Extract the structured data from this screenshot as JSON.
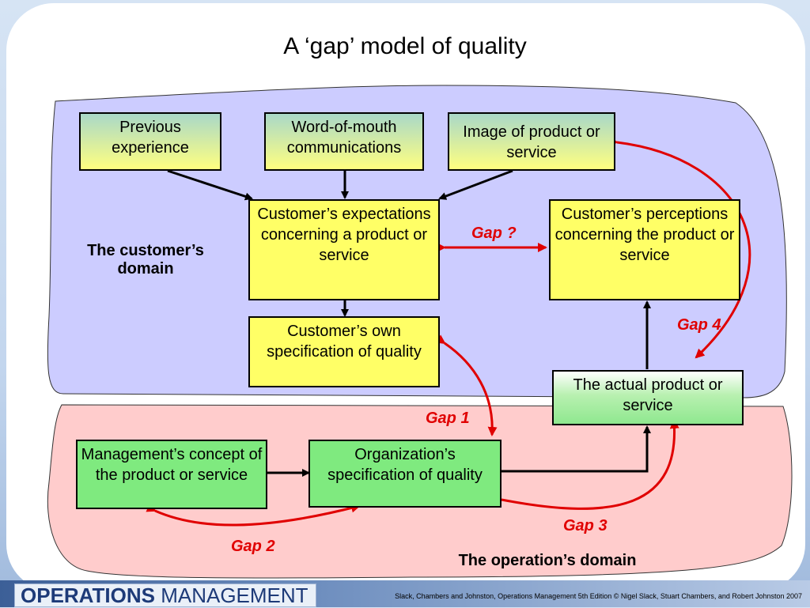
{
  "title": "A ‘gap’ model of quality",
  "domains": {
    "customer": "The customer’s domain",
    "operation": "The operation’s domain"
  },
  "boxes": {
    "previous_experience": "Previous experience",
    "word_of_mouth": "Word-of-mouth communications",
    "image": "Image of product or service",
    "expectations": "Customer’s expectations concerning a product or service",
    "perceptions": "Customer’s perceptions concerning the product or service",
    "own_spec": "Customer’s own specification of quality",
    "actual_product": "The actual product or service",
    "mgmt_concept": "Management’s concept of the product or service",
    "org_spec": "Organization’s specification of quality"
  },
  "gaps": {
    "gap_q": "Gap ?",
    "gap1": "Gap 1",
    "gap2": "Gap 2",
    "gap3": "Gap 3",
    "gap4": "Gap 4"
  },
  "footer": {
    "logo_bold": "OPERATIONS",
    "logo_light": "MANAGEMENT",
    "credit": "Slack, Chambers and Johnston, Operations Management 5th Edition © Nigel Slack, Stuart Chambers, and Robert Johnston 2007"
  },
  "colors": {
    "customer_region": "#ccccff",
    "operation_region": "#ffcccc",
    "gap_arrow": "#ff0000"
  }
}
